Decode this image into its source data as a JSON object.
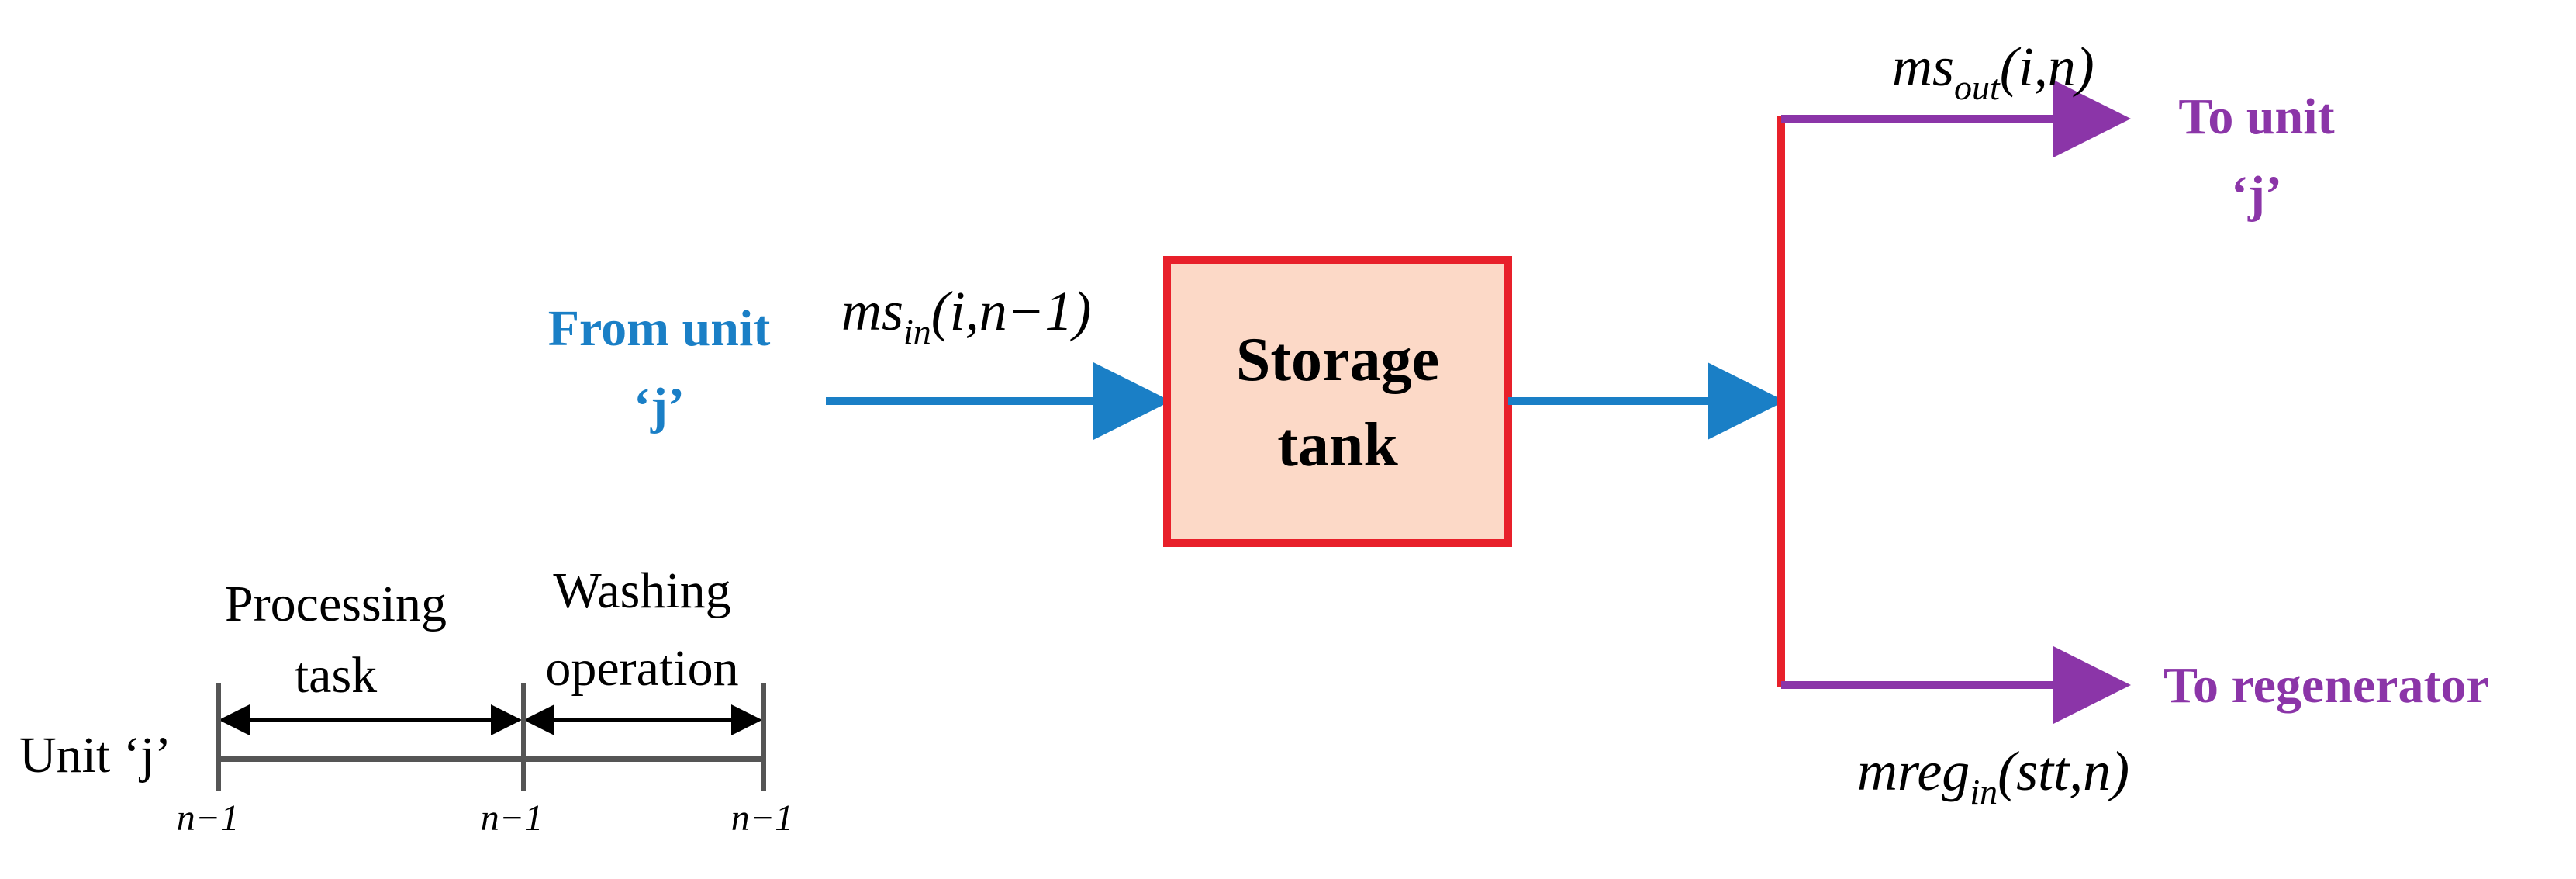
{
  "source": {
    "line1": "From unit",
    "line2": "‘j’",
    "flow_label": {
      "var": "ms",
      "sub": "in",
      "args": "(i,n−1)"
    }
  },
  "tank": {
    "line1": "Storage",
    "line2": "tank"
  },
  "out_top": {
    "flow_label": {
      "var": "ms",
      "sub": "out",
      "args": "(i,n)"
    },
    "dest_line1": "To unit",
    "dest_line2": "‘j’"
  },
  "out_bottom": {
    "flow_label": {
      "var": "mreg",
      "sub": "in",
      "args": "(stt,n)"
    },
    "dest": "To regenerator"
  },
  "timeline": {
    "unit_label": "Unit ‘j’",
    "seg1_line1": "Processing",
    "seg1_line2": "task",
    "seg2_line1": "Washing",
    "seg2_line2": "operation",
    "ticks": [
      "n−1",
      "n−1",
      "n−1"
    ]
  },
  "colors": {
    "blue": "#1a7fc6",
    "purple": "#8b35a8",
    "red": "#e8202a",
    "tank_fill": "#fcd9c7"
  }
}
